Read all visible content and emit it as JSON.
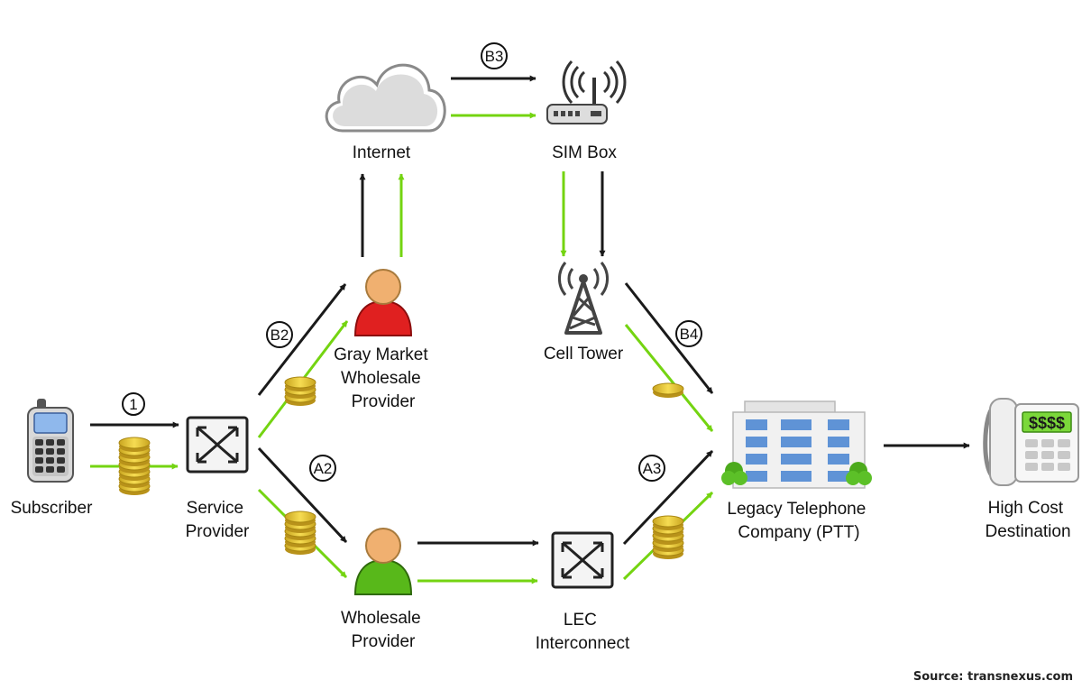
{
  "colors": {
    "call_path": "#1a1a1a",
    "payment_path": "#74d411",
    "gray_market_person": "#e02020",
    "wholesale_person": "#58b81a",
    "coin": "#f2d23a",
    "building_window": "#5f93d6",
    "phone_display": "#7bd83a"
  },
  "nodes": {
    "subscriber": {
      "label": "Subscriber",
      "icon": "cell-phone-icon"
    },
    "service_provider": {
      "label_lines": [
        "Service",
        "Provider"
      ],
      "icon": "switch-icon"
    },
    "gray_market": {
      "label_lines": [
        "Gray Market",
        "Wholesale",
        "Provider"
      ],
      "icon": "person-icon"
    },
    "internet": {
      "label": "Internet",
      "icon": "cloud-icon"
    },
    "sim_box": {
      "label": "SIM Box",
      "icon": "router-icon"
    },
    "cell_tower": {
      "label": "Cell Tower",
      "icon": "cell-tower-icon"
    },
    "wholesale": {
      "label_lines": [
        "Wholesale",
        "Provider"
      ],
      "icon": "person-icon"
    },
    "lec": {
      "label_lines": [
        "LEC",
        "Interconnect"
      ],
      "icon": "switch-icon"
    },
    "ptt": {
      "label_lines": [
        "Legacy Telephone",
        "Company (PTT)"
      ],
      "icon": "building-icon"
    },
    "destination": {
      "label_lines": [
        "High Cost",
        "Destination"
      ],
      "icon": "desk-phone-icon",
      "display_text": "$$$$"
    }
  },
  "steps": {
    "s1": "1",
    "b2": "B2",
    "b3": "B3",
    "b4": "B4",
    "a2": "A2",
    "a3": "A3"
  },
  "source": "Source: transnexus.com"
}
